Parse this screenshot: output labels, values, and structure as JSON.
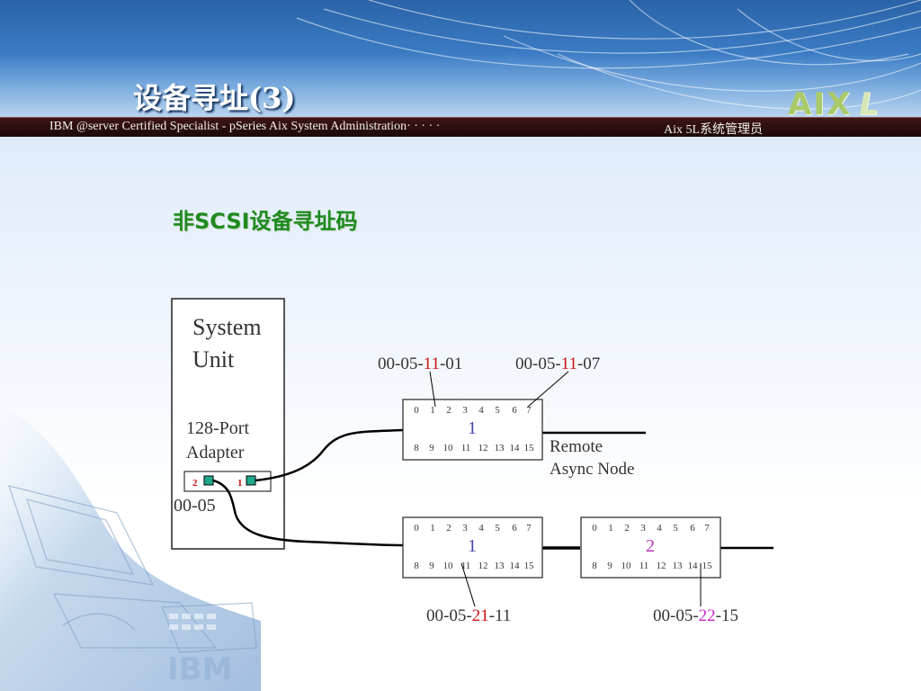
{
  "header": {
    "title": "设备寻址(3)",
    "logo": {
      "main": "AIX",
      "suffix": "L"
    }
  },
  "banner": {
    "left_text": "IBM @server Certified Specialist - pSeries Aix System Administration· · · · ·",
    "right_text": "Aix 5L系统管理员"
  },
  "subtitle": "非SCSI设备寻址码",
  "background": {
    "watermark": "IBM"
  },
  "diagram": {
    "system_unit": {
      "line1": "System",
      "line2": "Unit"
    },
    "adapter": {
      "line1": "128-Port",
      "line2": "Adapter",
      "port_left": "2",
      "port_right": "1",
      "address": "00-05"
    },
    "port_numbers_top": [
      "0",
      "1",
      "2",
      "3",
      "4",
      "5",
      "6",
      "7"
    ],
    "port_numbers_bottom": [
      "8",
      "9",
      "10",
      "11",
      "12",
      "13",
      "14",
      "15"
    ],
    "nodes": [
      {
        "id": "1",
        "label": "1"
      },
      {
        "id": "2",
        "label": "1"
      },
      {
        "id": "3",
        "label": "2"
      }
    ],
    "remote_label": {
      "line1": "Remote",
      "line2": "Async Node"
    },
    "addresses": [
      {
        "prefix": "00-05-",
        "highlight": "11",
        "suffix": "-01"
      },
      {
        "prefix": "00-05-",
        "highlight": "11",
        "suffix": "-07"
      },
      {
        "prefix": "00-05-",
        "highlight": "21",
        "suffix": "-11"
      },
      {
        "prefix": "00-05-",
        "highlight": "22",
        "suffix": "-15"
      }
    ]
  },
  "colors": {
    "title": "#ffffff",
    "subtitle": "#1f8a1f",
    "address_highlight_red": "#cc1111",
    "address_highlight_purple": "#cc22cc",
    "node_label_blue": "#4444aa",
    "node_label_purple": "#bb33bb",
    "port_marker": "#1fa88a",
    "banner": "#2a0c0c"
  }
}
